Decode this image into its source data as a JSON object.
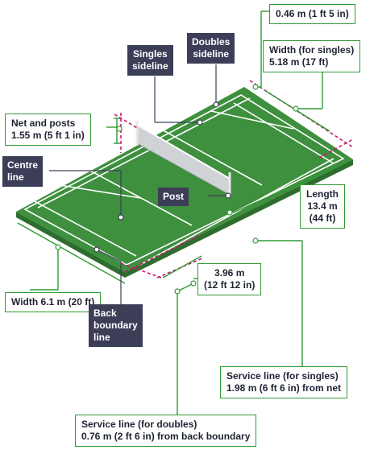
{
  "colors": {
    "court": "#3e8f3e",
    "court_shadow": "#2d6e2e",
    "court_lines": "#ffffff",
    "boundary_dash": "#c8186e",
    "leader": "#2f9a34",
    "label_dark": "#3c3e58"
  },
  "labels": {
    "net_posts": [
      "Net and posts",
      "1.55 m (5 ft 1 in)"
    ],
    "centre_line": [
      "Centre",
      "line"
    ],
    "singles_sideline": [
      "Singles",
      "sideline"
    ],
    "doubles_sideline": [
      "Doubles",
      "sideline"
    ],
    "post": "Post",
    "back_boundary": [
      "Back",
      "boundary",
      "line"
    ],
    "gap": "0.46 m (1 ft 5 in)",
    "width_singles": [
      "Width (for singles)",
      "5.18 m (17 ft)"
    ],
    "length": [
      "Length",
      "13.4 m",
      "(44 ft)"
    ],
    "short_service": [
      "3.96 m",
      "(12 ft 12 in)"
    ],
    "width_doubles": "Width 6.1 m (20 ft)",
    "service_singles": [
      "Service line (for singles)",
      "1.98 m (6 ft 6 in) from net"
    ],
    "service_doubles": [
      "Service line (for doubles)",
      "0.76 m (2 ft 6 in) from back boundary"
    ]
  }
}
